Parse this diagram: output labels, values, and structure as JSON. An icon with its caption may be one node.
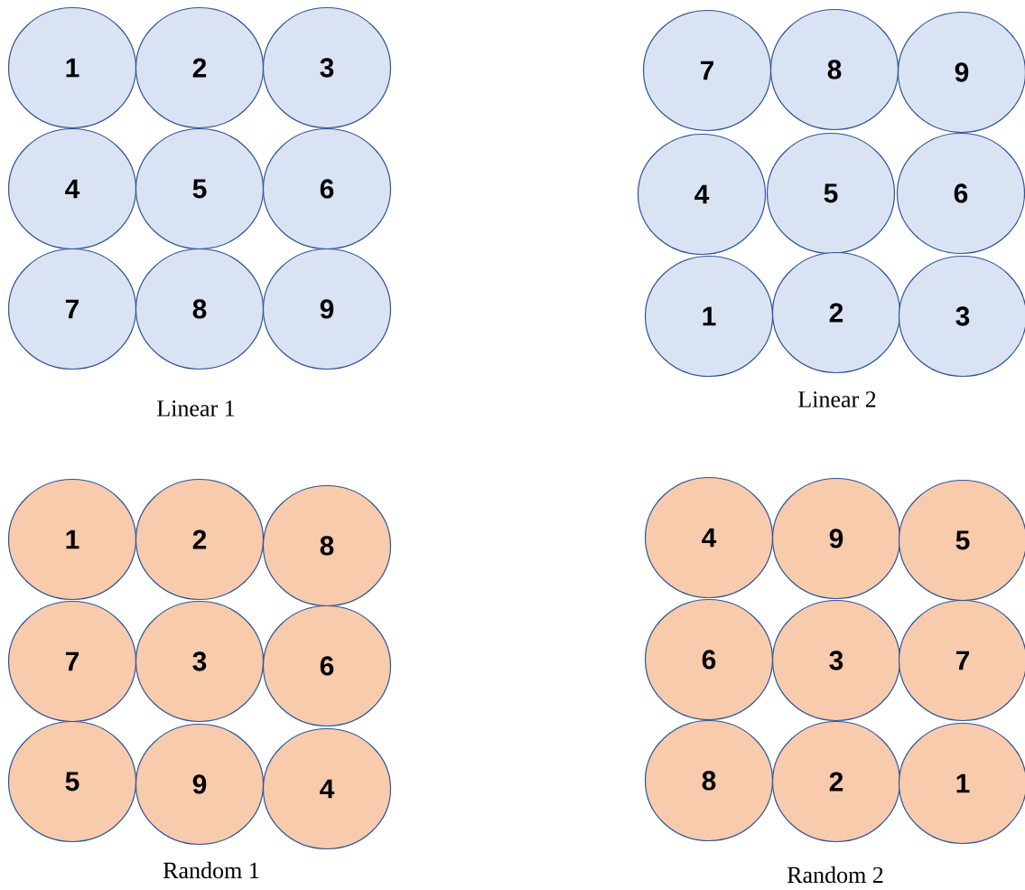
{
  "diagram": {
    "nodes": [
      {
        "text": [
          "1"
        ]
      },
      {
        "text": [
          "2"
        ]
      },
      {
        "text": [
          "3"
        ]
      },
      {
        "text": [
          "4"
        ]
      },
      {
        "text": [
          "5"
        ]
      },
      {
        "text": [
          "6"
        ]
      },
      {
        "text": [
          "7"
        ]
      },
      {
        "text": [
          "8"
        ]
      },
      {
        "text": [
          "9"
        ]
      },
      {
        "text": [
          "7"
        ]
      },
      {
        "text": [
          "8"
        ]
      },
      {
        "text": [
          "9"
        ]
      },
      {
        "text": [
          "4"
        ]
      },
      {
        "text": [
          "5"
        ]
      },
      {
        "text": [
          "6"
        ]
      },
      {
        "text": [
          "1"
        ]
      },
      {
        "text": [
          "2"
        ]
      },
      {
        "text": [
          "3"
        ]
      },
      {
        "text": [
          "1"
        ]
      },
      {
        "text": [
          "2"
        ]
      },
      {
        "text": [
          "8"
        ]
      },
      {
        "text": [
          "7"
        ]
      },
      {
        "text": [
          "3"
        ]
      },
      {
        "text": [
          "6"
        ]
      },
      {
        "text": [
          "5"
        ]
      },
      {
        "text": [
          "9"
        ]
      },
      {
        "text": [
          "4"
        ]
      },
      {
        "text": [
          "4"
        ]
      },
      {
        "text": [
          "9"
        ]
      },
      {
        "text": [
          "5"
        ]
      },
      {
        "text": [
          "6"
        ]
      },
      {
        "text": [
          "3"
        ]
      },
      {
        "text": [
          "7"
        ]
      },
      {
        "text": [
          "8"
        ]
      },
      {
        "text": [
          "2"
        ]
      },
      {
        "text": [
          "1"
        ]
      }
    ],
    "labels": [
      "Linear 1",
      "Linear 2",
      "Random 1",
      "Random 2"
    ]
  }
}
